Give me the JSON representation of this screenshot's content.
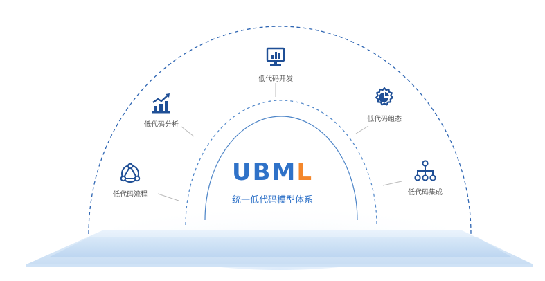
{
  "center": {
    "logo": {
      "prefix": "U",
      "letters": "BM",
      "accent": "L"
    },
    "subtitle": "统一低代码模型体系"
  },
  "nodes": {
    "flow": {
      "label": "低代码流程",
      "icon": "flow-network-icon"
    },
    "analysis": {
      "label": "低代码分析",
      "icon": "bar-chart-trend-icon"
    },
    "develop": {
      "label": "低代码开发",
      "icon": "monitor-chart-icon"
    },
    "state": {
      "label": "低代码组态",
      "icon": "gear-pie-icon"
    },
    "integrate": {
      "label": "低代码集成",
      "icon": "hierarchy-icon"
    }
  },
  "colors": {
    "primary": "#2f72c8",
    "icon": "#1f4f96",
    "accent": "#f4872b",
    "dashed_arc": "#2f66b3",
    "platform": "#cfe2f6"
  }
}
